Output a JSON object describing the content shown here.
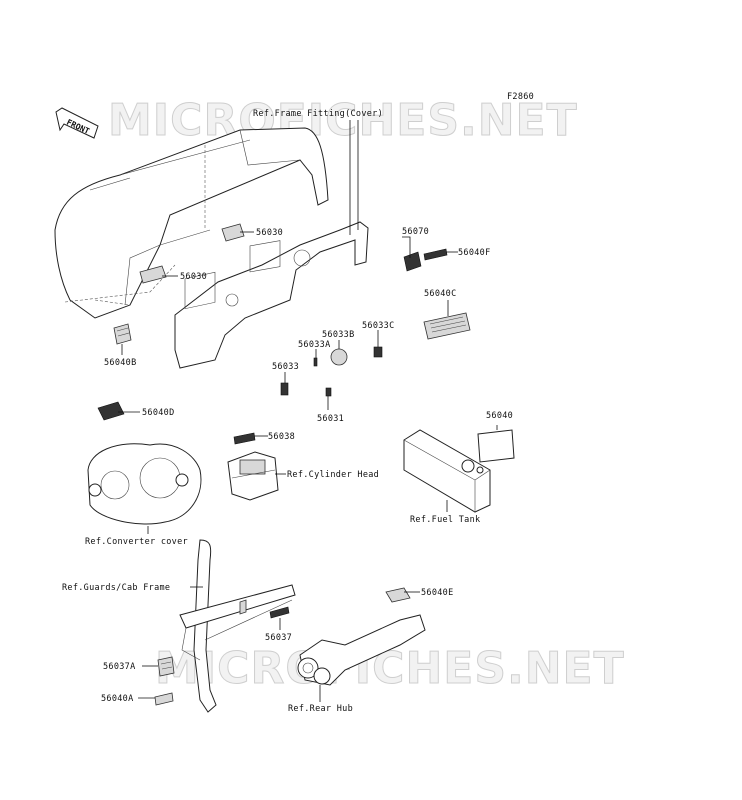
{
  "figure_code": "F2860",
  "watermark": "MICROFICHES.NET",
  "front_arrow_label": "FRONT",
  "labels": {
    "ref_frame_fitting": "Ref.Frame Fitting(Cover)",
    "p56030_upper": "56030",
    "p56030_lower": "56030",
    "p56070": "56070",
    "p56040F": "56040F",
    "p56040C": "56040C",
    "p56040B": "56040B",
    "p56033C": "56033C",
    "p56033B": "56033B",
    "p56033A": "56033A",
    "p56033": "56033",
    "p56031": "56031",
    "p56040D": "56040D",
    "p56038": "56038",
    "ref_cylinder_head": "Ref.Cylinder Head",
    "p56040": "56040",
    "ref_fuel_tank": "Ref.Fuel Tank",
    "ref_converter_cover": "Ref.Converter cover",
    "ref_guards_cab_frame": "Ref.Guards/Cab Frame",
    "p56040E": "56040E",
    "p56037": "56037",
    "p56037A": "56037A",
    "p56040A": "56040A",
    "ref_rear_hub": "Ref.Rear Hub"
  }
}
